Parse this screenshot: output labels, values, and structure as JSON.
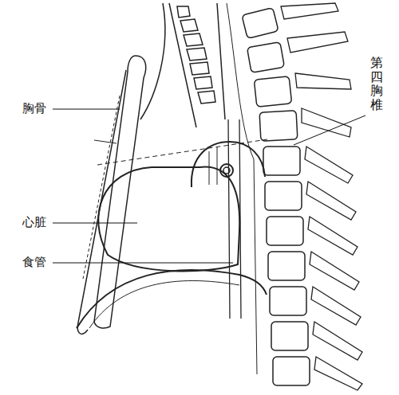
{
  "diagram": {
    "labels": [
      "胸骨",
      "心脏",
      "食管",
      "第四胸椎"
    ]
  }
}
